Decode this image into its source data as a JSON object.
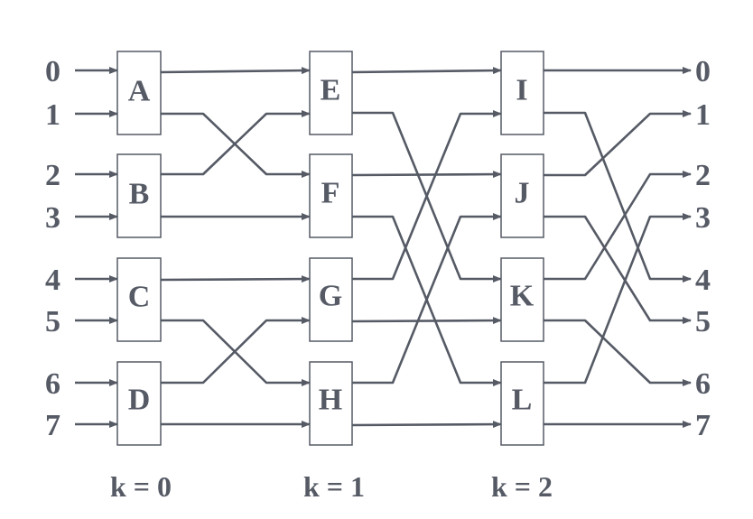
{
  "inputs": [
    "0",
    "1",
    "2",
    "3",
    "4",
    "5",
    "6",
    "7"
  ],
  "outputs": [
    "0",
    "1",
    "2",
    "3",
    "4",
    "5",
    "6",
    "7"
  ],
  "stages": [
    {
      "label": "k = 0",
      "switches": [
        "A",
        "B",
        "C",
        "D"
      ]
    },
    {
      "label": "k = 1",
      "switches": [
        "E",
        "F",
        "G",
        "H"
      ]
    },
    {
      "label": "k = 2",
      "switches": [
        "I",
        "J",
        "K",
        "L"
      ]
    }
  ],
  "colors": {
    "ink": "#555a65",
    "background": "#ffffff"
  }
}
